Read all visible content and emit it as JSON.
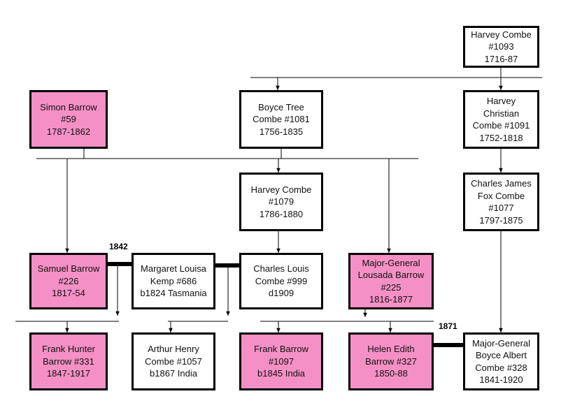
{
  "colors": {
    "female_line": "#f590c6",
    "other": "#ffffff",
    "line": "#000000"
  },
  "people": {
    "harvey_combe_1093": {
      "color": "white",
      "lines": [
        "Harvey Combe",
        "#1093",
        "1716-87"
      ]
    },
    "simon_barrow": {
      "color": "pink",
      "lines": [
        "Simon Barrow",
        "#59",
        "1787-1862"
      ]
    },
    "boyce_tree": {
      "color": "white",
      "lines": [
        "Boyce Tree",
        "Combe #1081",
        "1756-1835"
      ]
    },
    "harvey_christian": {
      "color": "white",
      "lines": [
        "Harvey",
        "Christian",
        "Combe #1091",
        "1752-1818"
      ]
    },
    "harvey_combe_1079": {
      "color": "white",
      "lines": [
        "Harvey Combe",
        "#1079",
        "1786-1880"
      ]
    },
    "charles_james_fox": {
      "color": "white",
      "lines": [
        "Charles James",
        "Fox Combe",
        "#1077",
        "1797-1875"
      ]
    },
    "samuel_barrow": {
      "color": "pink",
      "lines": [
        "Samuel Barrow",
        "#226",
        "1817-54"
      ]
    },
    "margaret_louisa": {
      "color": "white",
      "lines": [
        "Margaret Louisa",
        "Kemp  #686",
        "b1824 Tasmania"
      ]
    },
    "charles_louis": {
      "color": "white",
      "lines": [
        "Charles Louis",
        "Combe #999",
        "d1909"
      ]
    },
    "lousada_barrow": {
      "color": "pink",
      "lines": [
        "Major-General",
        "Lousada Barrow",
        "#225",
        "1816-1877"
      ]
    },
    "frank_hunter": {
      "color": "pink",
      "lines": [
        "Frank Hunter",
        "Barrow #331",
        "1847-1917"
      ]
    },
    "arthur_henry": {
      "color": "white",
      "lines": [
        "Arthur Henry",
        "Combe #1057",
        "b1867 India"
      ]
    },
    "frank_barrow": {
      "color": "pink",
      "lines": [
        "Frank Barrow",
        "#1097",
        "b1845 India"
      ]
    },
    "helen_edith": {
      "color": "pink",
      "lines": [
        "Helen Edith",
        "Barrow  #327",
        "1850-88"
      ]
    },
    "boyce_albert": {
      "color": "white",
      "lines": [
        "Major-General",
        "Boyce Albert",
        "Combe #328",
        "1841-1920"
      ]
    }
  },
  "marriages": {
    "year_1842": "1842",
    "year_1871": "1871"
  }
}
